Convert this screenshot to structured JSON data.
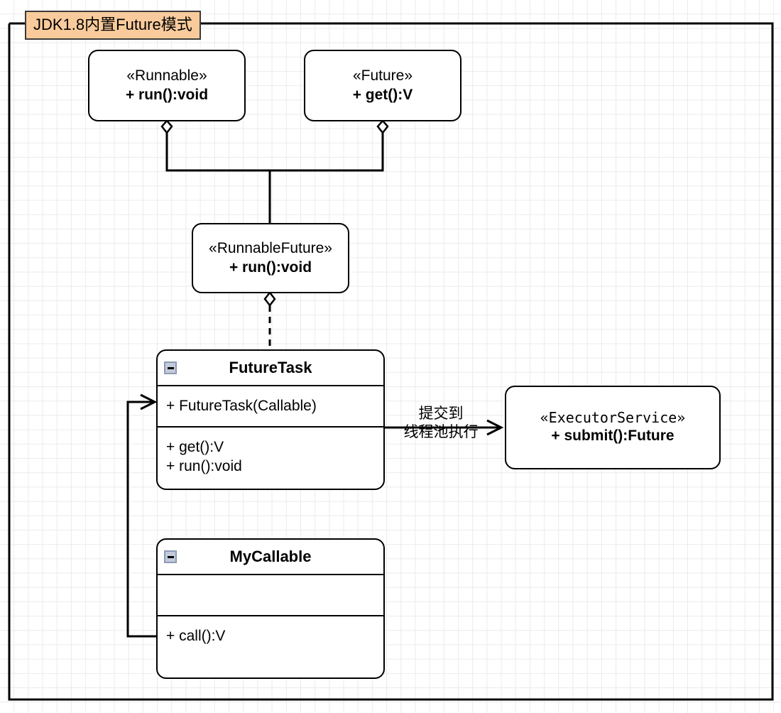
{
  "diagram": {
    "title": "JDK1.8内置Future模式",
    "type": "uml-class-diagram"
  },
  "nodes": {
    "runnable": {
      "stereotype": "«Runnable»",
      "member": "+ run():void"
    },
    "future": {
      "stereotype": "«Future»",
      "member": "+ get():V"
    },
    "runnable_future": {
      "stereotype": "«RunnableFuture»",
      "member": "+ run():void"
    },
    "future_task": {
      "name": "FutureTask",
      "collapse_icon": "minus-icon",
      "constructors": [
        "+ FutureTask(Callable)"
      ],
      "methods": [
        "+ get():V",
        "+ run():void"
      ]
    },
    "my_callable": {
      "name": "MyCallable",
      "collapse_icon": "minus-icon",
      "attributes": [],
      "methods": [
        "+ call():V"
      ]
    },
    "executor_service": {
      "stereotype": "«ExecutorService»",
      "member": "+ submit():Future"
    }
  },
  "edges": {
    "submit_label_line1": "提交到",
    "submit_label_line2": "线程池执行"
  },
  "colors": {
    "title_fill": "#f9cb9c",
    "title_border": "#3a3a3a",
    "stroke": "#000000",
    "grid": "#ebebeb",
    "icon_fill": "#c3cad9",
    "icon_border": "#8c9bb5"
  }
}
